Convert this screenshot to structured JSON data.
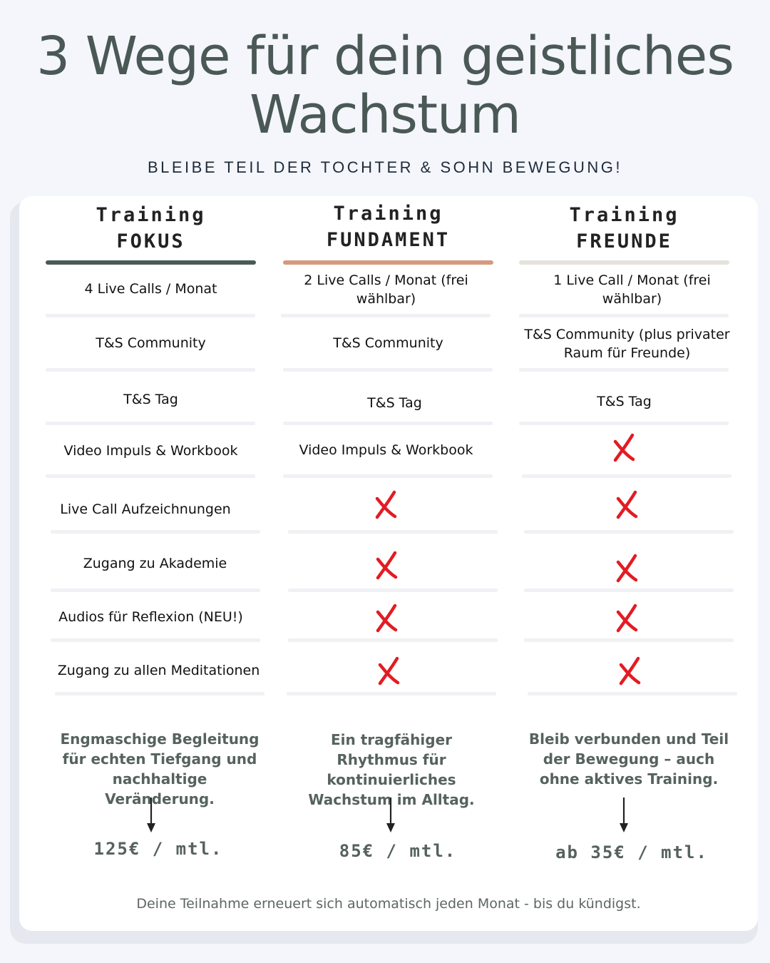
{
  "header": {
    "title_line1": "3 Wege für dein geistliches",
    "title_line2": "Wachstum",
    "subtitle": "BLEIBE TEIL DER TOCHTER & SOHN BEWEGUNG!"
  },
  "plans": [
    {
      "label": "Training",
      "name": "FOKUS",
      "accent_color": "#4b5a57",
      "features": [
        "4 Live Calls / Monat",
        "T&S Community",
        "T&S Tag",
        "Video Impuls & Workbook",
        "Live Call Aufzeichnungen",
        "Zugang zu Akademie",
        "Audios für Reflexion (NEU!)",
        "Zugang zu allen Meditationen"
      ],
      "tagline": "Engmaschige Begleitung für echten Tiefgang und nachhaltige Veränderung.",
      "price": "125€ / mtl."
    },
    {
      "label": "Training",
      "name": "FUNDAMENT",
      "accent_color": "#d49a7f",
      "features": [
        "2 Live Calls / Monat (frei wählbar)",
        "T&S Community",
        "T&S Tag",
        "Video Impuls & Workbook",
        "",
        "",
        "",
        ""
      ],
      "tagline": "Ein tragfähiger Rhythmus für kontinuierliches Wachstum im Alltag.",
      "price": "85€ / mtl."
    },
    {
      "label": "Training",
      "name": "FREUNDE",
      "accent_color": "#e5e2dc",
      "features": [
        "1 Live Call / Monat (frei wählbar)",
        "T&S Community (plus privater Raum für Freunde)",
        "T&S Tag",
        "",
        "",
        "",
        "",
        ""
      ],
      "tagline": "Bleib verbunden und Teil der Bewegung – auch ohne aktives Training.",
      "price": "ab 35€ / mtl."
    }
  ],
  "cross_icon": "red-x-icon",
  "cross_color": "#e31b23",
  "arrow_icon": "arrow-down-icon",
  "footer": "Deine Teilnahme erneuert sich automatisch jeden Monat - bis du kündigst."
}
